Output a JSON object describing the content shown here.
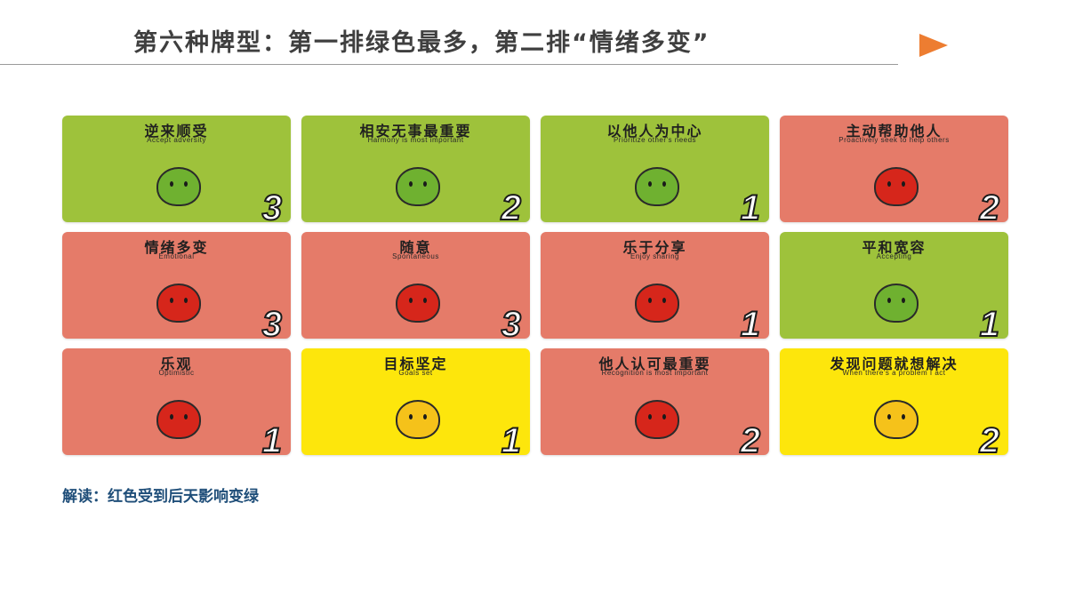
{
  "header": {
    "title": "第六种牌型：第一排绿色最多，第二排“情绪多变”",
    "next_icon": "play-triangle-icon",
    "accent_color": "#ed7d31"
  },
  "cards": [
    {
      "title": "逆来顺受",
      "subtitle": "Accept adversity",
      "number": "3",
      "color": "green"
    },
    {
      "title": "相安无事最重要",
      "subtitle": "Harmony is most important",
      "number": "2",
      "color": "green"
    },
    {
      "title": "以他人为中心",
      "subtitle": "Prioritize other's needs",
      "number": "1",
      "color": "green"
    },
    {
      "title": "主动帮助他人",
      "subtitle": "Proactively seek to help others",
      "number": "2",
      "color": "red"
    },
    {
      "title": "情绪多变",
      "subtitle": "Emotional",
      "number": "3",
      "color": "red"
    },
    {
      "title": "随意",
      "subtitle": "Spontaneous",
      "number": "3",
      "color": "red"
    },
    {
      "title": "乐于分享",
      "subtitle": "Enjoy sharing",
      "number": "1",
      "color": "red"
    },
    {
      "title": "平和宽容",
      "subtitle": "Accepting",
      "number": "1",
      "color": "green"
    },
    {
      "title": "乐观",
      "subtitle": "Optimistic",
      "number": "1",
      "color": "red"
    },
    {
      "title": "目标坚定",
      "subtitle": "Goals set",
      "number": "1",
      "color": "yellow"
    },
    {
      "title": "他人认可最重要",
      "subtitle": "Recognition is most important",
      "number": "2",
      "color": "red"
    },
    {
      "title": "发现问题就想解决",
      "subtitle": "When there's a problem I act",
      "number": "2",
      "color": "yellow"
    }
  ],
  "caption": "解读：红色受到后天影响变绿",
  "colors": {
    "green": "#9ec23b",
    "red": "#e57b69",
    "yellow": "#fde60c",
    "caption": "#1f4e79"
  }
}
